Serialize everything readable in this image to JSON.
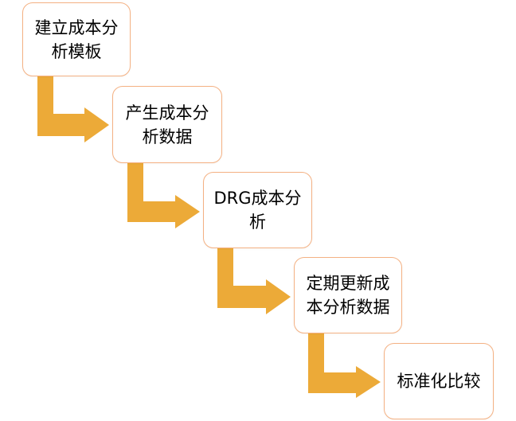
{
  "diagram": {
    "type": "stepped-process-flow",
    "arrow_color": "#ecaa38",
    "box_border_color": "#f4b183",
    "steps": [
      {
        "label": "建立成本分析模板"
      },
      {
        "label": "产生成本分析数据"
      },
      {
        "label": "DRG成本分析"
      },
      {
        "label": "定期更新成本分析数据"
      },
      {
        "label": "标准化比较"
      }
    ]
  }
}
